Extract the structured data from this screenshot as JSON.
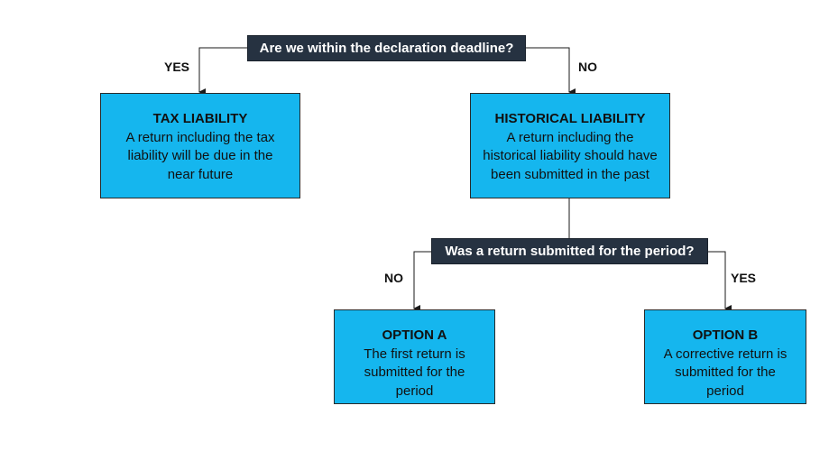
{
  "decisions": {
    "deadline": "Are we within the declaration deadline?",
    "return_submitted": "Was a return submitted for the period?"
  },
  "branches": {
    "deadline_yes": "YES",
    "deadline_no": "NO",
    "submitted_no": "NO",
    "submitted_yes": "YES"
  },
  "outcomes": {
    "tax_liability": {
      "title": "TAX LIABILITY",
      "lines": [
        "A return including the tax",
        "liability will be due in the",
        "near future"
      ]
    },
    "historical_liability": {
      "title": "HISTORICAL LIABILITY",
      "lines": [
        "A return including the",
        "historical liability should have",
        "been submitted in the past"
      ]
    },
    "option_a": {
      "title": "OPTION A",
      "lines": [
        "The first return is",
        "submitted for the",
        "period"
      ]
    },
    "option_b": {
      "title": "OPTION B",
      "lines": [
        "A corrective return is",
        "submitted for the",
        "period"
      ]
    }
  },
  "colors": {
    "decision_fill": "#263241",
    "outcome_fill": "#15b6ee",
    "connector": "#1a1a1a"
  }
}
